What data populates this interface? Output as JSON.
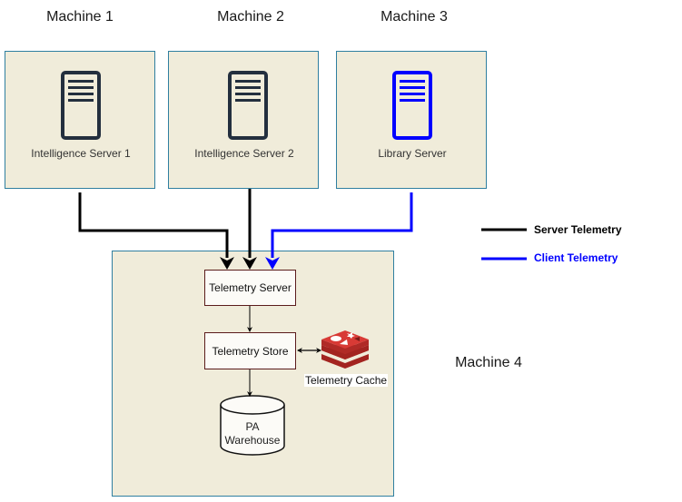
{
  "machines": [
    {
      "label": "Machine 1",
      "server": "Intelligence Server 1",
      "telemetry": "server"
    },
    {
      "label": "Machine 2",
      "server": "Intelligence Server 2",
      "telemetry": "server"
    },
    {
      "label": "Machine 3",
      "server": "Library Server",
      "telemetry": "client"
    }
  ],
  "machine4": {
    "label": "Machine 4",
    "telemetry_server": "Telemetry Server",
    "telemetry_store": "Telemetry Store",
    "telemetry_cache": "Telemetry Cache",
    "warehouse_line1": "PA",
    "warehouse_line2": "Warehouse"
  },
  "legend": [
    {
      "label": "Server Telemetry",
      "color": "#000000"
    },
    {
      "label": "Client Telemetry",
      "color": "#0000ff"
    }
  ],
  "colors": {
    "server_icon": "#232f3e",
    "client_icon": "#0000ff",
    "cache_icon": "#c6302b"
  }
}
